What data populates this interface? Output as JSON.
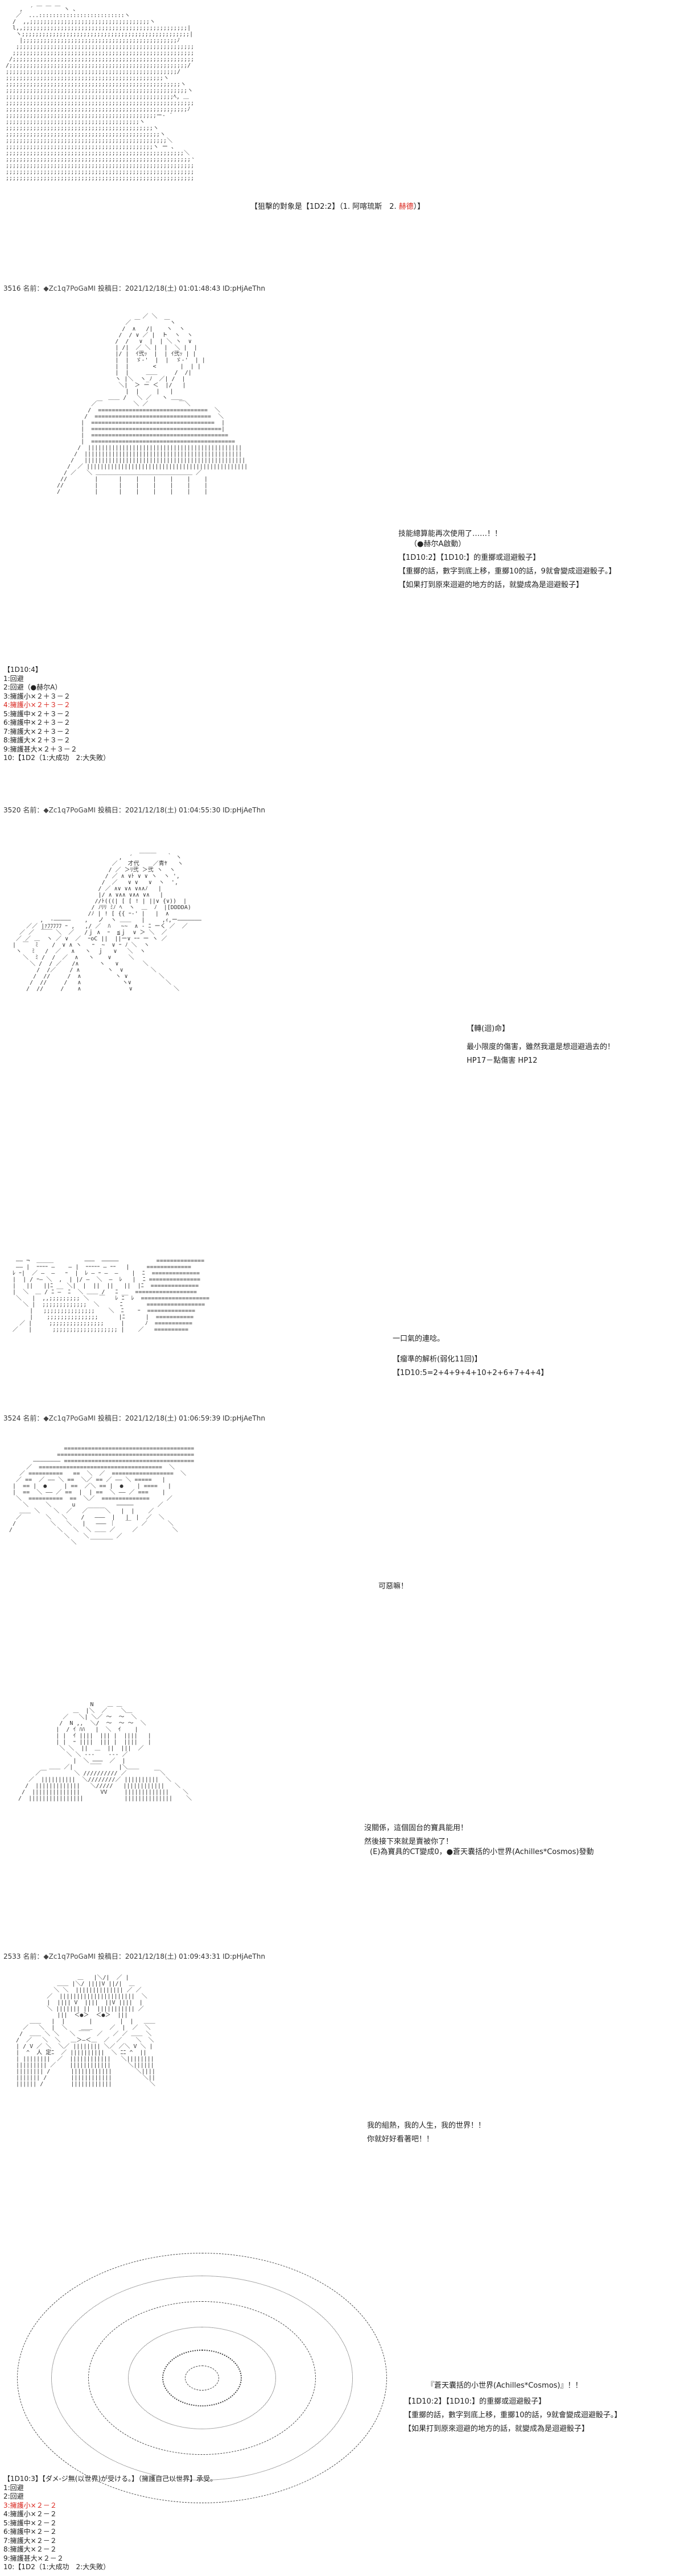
{
  "post0": {
    "line1": "【狙擊的對象是【1D2:2】（1. 阿喀琉斯　2. ",
    "line1_red": "赫德",
    "line1_end": "）】"
  },
  "post1": {
    "num": "3516",
    "name": "名前：◆Zc1q7PoGaMI",
    "date": "投稿日：2021/12/18(土) 01:01:48:43 ID:pHjAeThn",
    "lines": [
      "技能總算能再次使用了……！！",
      "（●赫尔A啟動）",
      "",
      "【1D10:2】【1D10:】的重擲或迴避骰子】",
      "【重擲的話，數字到底上移，重擲10的話，9就會變成迴避骰子。】",
      "【如果打到原來迴避的地方的話，就變成為是迴避骰子】"
    ],
    "choices": [
      "【1D10:4】",
      "1:回避",
      "2:回避（●赫尔A）",
      "3:擁護小×２＋３－２",
      "4:擁護小×２＋３－２",
      "5:擁護中×２＋３－２",
      "6:擁護中×２＋３－２",
      "7:擁護大×２＋３－２",
      "8:擁護大×２＋３－２",
      "9:擁護甚大×２＋３－２",
      "10:【1D2（1:大成功　2:大失敗）"
    ]
  },
  "post2": {
    "num": "3520",
    "name": "名前：◆Zc1q7PoGaMI",
    "date": "投稿日：2021/12/18(土) 01:04:55:30 ID:pHjAeThn",
    "lines": [
      "【轉(迴)命】",
      "最小限度的傷害，雖然我還是想迴避過去的！",
      "HP17－點傷害 HP12"
    ],
    "lines2": [
      "一口氣的連唸。",
      "【瘤準的解析(弱化11回)】",
      "【1D10:5=2+4+9+4+10+2+6+7+4+4】"
    ]
  },
  "post3": {
    "num": "3524",
    "name": "名前：◆Zc1q7PoGaMI",
    "date": "投稿日：2021/12/18(土) 01:06:59:39 ID:pHjAeThn",
    "lines": [
      "可惡嘛！"
    ],
    "lines2": [
      "沒關係，這個固台的寶具能用！",
      "然後接下來就是賣被你了！",
      "",
      "(E)為寶具的CT變成0，●蒼天囊括的小世界(Achilles*Cosmos)發動"
    ]
  },
  "post4": {
    "num": "2533",
    "name": "名前：◆Zc1q7PoGaMI",
    "date": "投稿日：2021/12/18(土) 01:09:43:31 ID:pHjAeThn",
    "lines": [
      "我的組熱，我的人生，我的世界！！",
      "你就好好看著吧！！"
    ],
    "lines2": [
      "『蒼天囊括的小世界(Achilles*Cosmos)』！！",
      "【1D10:2】【1D10:】的重擲或迴避骰子】",
      "【重擲的話，數字到底上移，重擲10的話，9就會變成迴避骰子。】",
      "【如果打到原來迴避的地方的話，就變成為是迴避骰子】"
    ],
    "choices": [
      "【1D10:3】【ダメ-ジ無(以世界)が受ける。】（擁護自己以世界】承受。",
      "1:回避",
      "2:回避",
      "3:擁護小×２－２",
      "4:擁護小×２－２",
      "5:擁護中×２－２",
      "6:擁護中×２－２",
      "7:擁護大×２－２",
      "8:擁護大×２－２",
      "9:擁護甚大×２－２",
      "10:【1D2（1:大成功　2:大失敗）"
    ]
  },
  "colors": {
    "accent_red": "#d9251d",
    "trip_green": "#008800",
    "text": "#222222"
  }
}
